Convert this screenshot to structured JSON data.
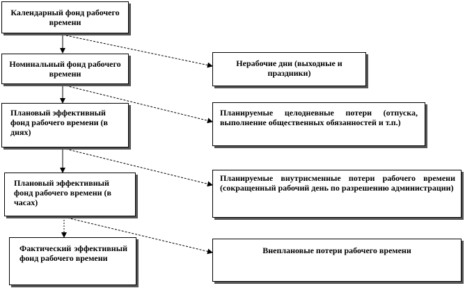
{
  "left_column": {
    "calendar_fund": "Календарный фонд рабочего времени",
    "nominal_fund": "Номинальный фонд рабочего времени",
    "planned_effective_days": "Плановый эффективный фонд рабочего времени (в днях)",
    "planned_effective_hours": "Плановый эффективный фонд рабочего времени (в часах)",
    "actual_effective_fund": "Фактический эффективный фонд рабочего времени"
  },
  "right_column": {
    "non_working_days": "Нерабочие дни (выходные и праздники)",
    "planned_full_day_losses": "Планируемые целодневные потери (отпуска, выполнение общественных обязанностей и т.п.)",
    "planned_intrashift_losses": "Планируемые внутрисменные потери рабочего времени (сокращенный рабочий день по разрешению администрации)",
    "unplanned_losses": "Внеплановые потери рабочего времени"
  }
}
